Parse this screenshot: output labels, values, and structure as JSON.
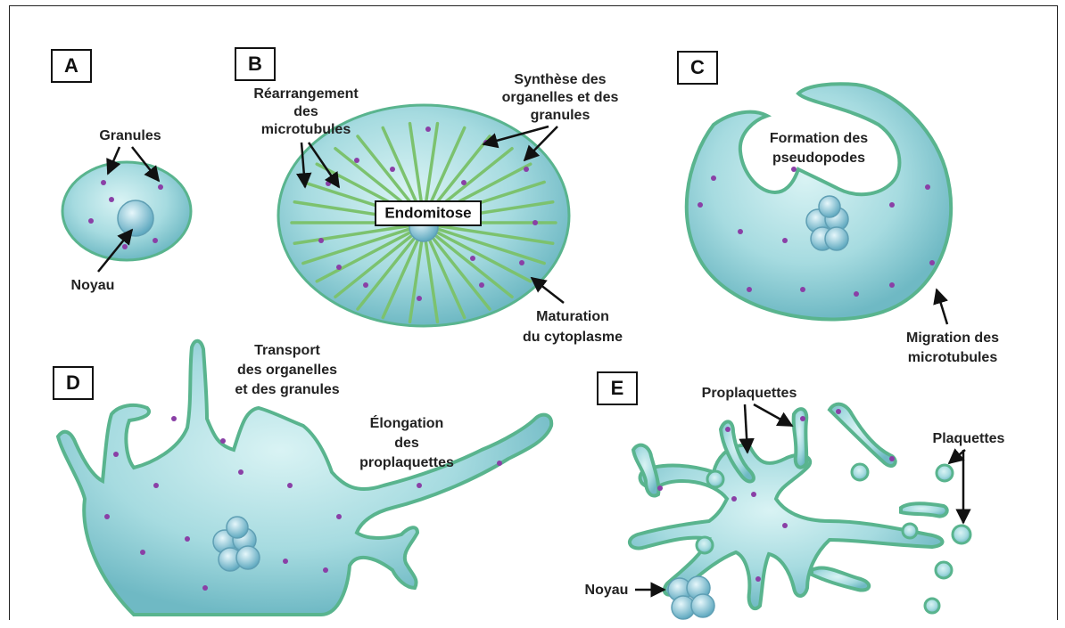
{
  "panels": {
    "A": {
      "letter": "A",
      "granules": "Granules",
      "noyau": "Noyau"
    },
    "B": {
      "letter": "B",
      "rearrangement": [
        "Réarrangement",
        "des",
        "microtubules"
      ],
      "synthese": [
        "Synthèse des",
        "organelles et des",
        "granules"
      ],
      "endomitose": "Endomitose",
      "maturation": [
        "Maturation",
        "du cytoplasme"
      ]
    },
    "C": {
      "letter": "C",
      "pseudopodes": [
        "Formation des",
        "pseudopodes"
      ],
      "migration": [
        "Migration des",
        "microtubules"
      ]
    },
    "D": {
      "letter": "D",
      "transport": [
        "Transport",
        "des organelles",
        "et des granules"
      ],
      "elongation": [
        "Élongation",
        "des",
        "proplaquettes"
      ]
    },
    "E": {
      "letter": "E",
      "proplaquettes": "Proplaquettes",
      "plaquettes": "Plaquettes",
      "noyau": "Noyau"
    }
  },
  "colors": {
    "cell_fill": "#9fd8df",
    "cell_edge": "#57b08a",
    "granule": "#8a3fa6",
    "nucleus": "#7fc4d6",
    "microtubule": "#7cc26e"
  }
}
